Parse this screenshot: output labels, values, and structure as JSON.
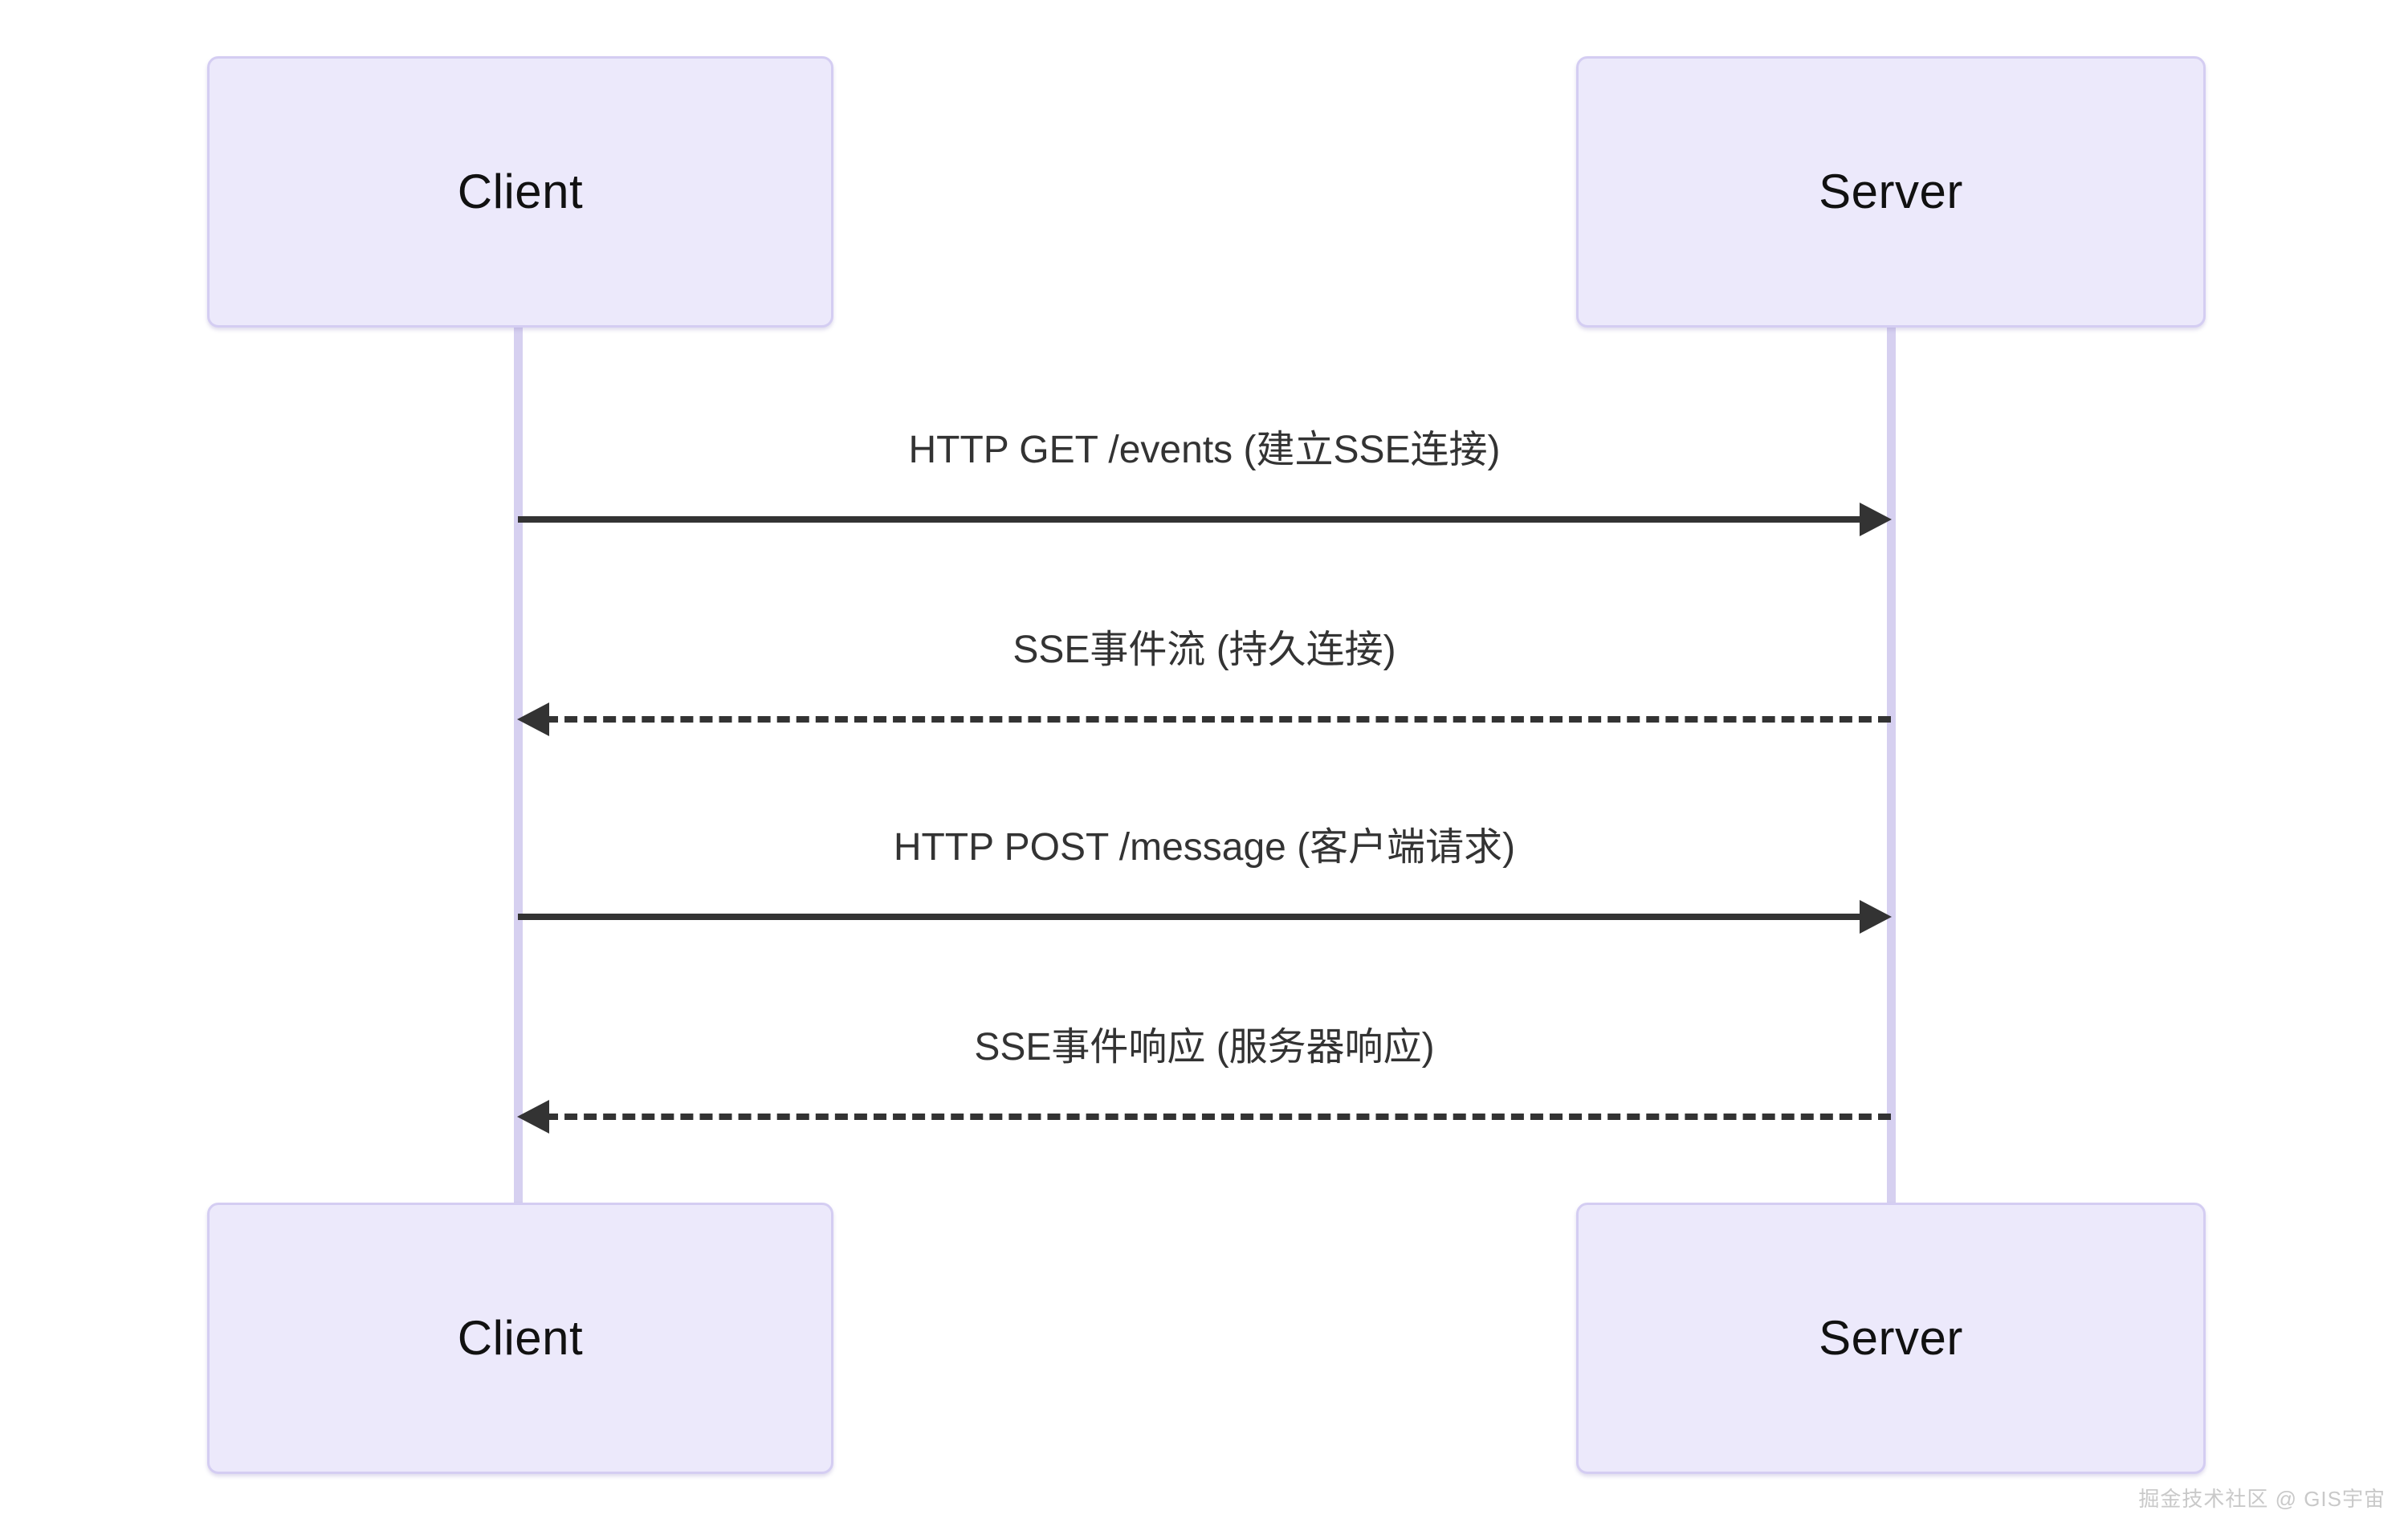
{
  "diagram": {
    "type": "sequence-diagram",
    "background_color": "#ffffff",
    "participants": [
      {
        "id": "client",
        "label": "Client"
      },
      {
        "id": "server",
        "label": "Server"
      }
    ],
    "participant_box": {
      "fill_color": "#ece9fb",
      "border_color": "#d4cdf2",
      "text_color": "#111111"
    },
    "lifeline": {
      "color": "#d6d0f0"
    },
    "messages": [
      {
        "index": 1,
        "label": "HTTP GET /events (建立SSE连接)",
        "from": "client",
        "to": "server",
        "direction": "right",
        "line_style": "solid",
        "arrow_style": "solid-filled",
        "color": "#333333"
      },
      {
        "index": 2,
        "label": "SSE事件流 (持久连接)",
        "from": "server",
        "to": "client",
        "direction": "left",
        "line_style": "dashed",
        "arrow_style": "solid-filled",
        "color": "#333333"
      },
      {
        "index": 3,
        "label": "HTTP POST /message (客户端请求)",
        "from": "client",
        "to": "server",
        "direction": "right",
        "line_style": "solid",
        "arrow_style": "solid-filled",
        "color": "#333333"
      },
      {
        "index": 4,
        "label": "SSE事件响应 (服务器响应)",
        "from": "server",
        "to": "client",
        "direction": "left",
        "line_style": "dashed",
        "arrow_style": "solid-filled",
        "color": "#333333"
      }
    ]
  },
  "watermark": {
    "text": "掘金技术社区 @ GIS宇宙",
    "color": "#c9c9c9"
  }
}
